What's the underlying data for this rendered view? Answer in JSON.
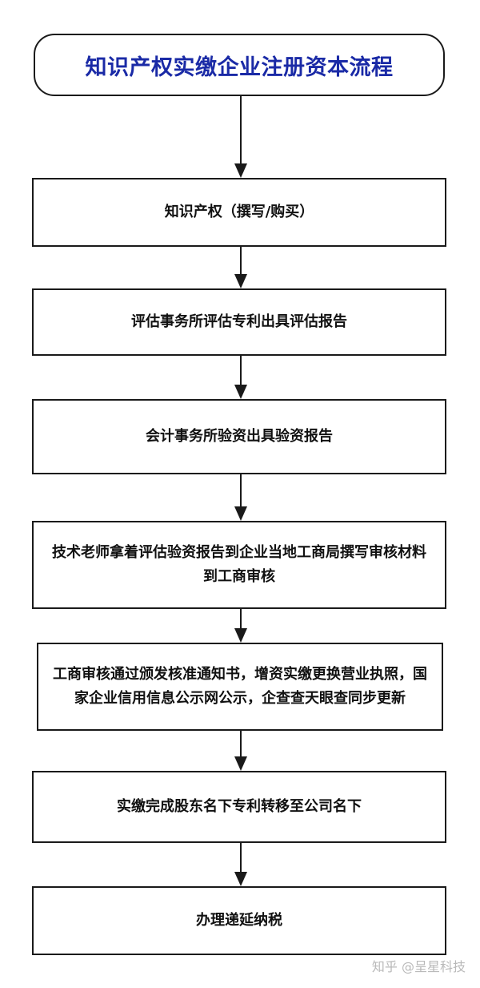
{
  "title": "知识产权实缴企业注册资本流程",
  "steps": [
    {
      "text": "知识产权（撰写/购买）"
    },
    {
      "text": "评估事务所评估专利出具评估报告"
    },
    {
      "text": "会计事务所验资出具验资报告"
    },
    {
      "text": "技术老师拿着评估验资报告到企业当地工商局撰写审核材料到工商审核"
    },
    {
      "text": "工商审核通过颁发核准通知书，增资实缴更换营业执照，国家企业信用信息公示网公示，企查查天眼查同步更新"
    },
    {
      "text": "实缴完成股东名下专利转移至公司名下"
    },
    {
      "text": "办理递延纳税"
    }
  ],
  "watermark": "知乎 @呈星科技"
}
